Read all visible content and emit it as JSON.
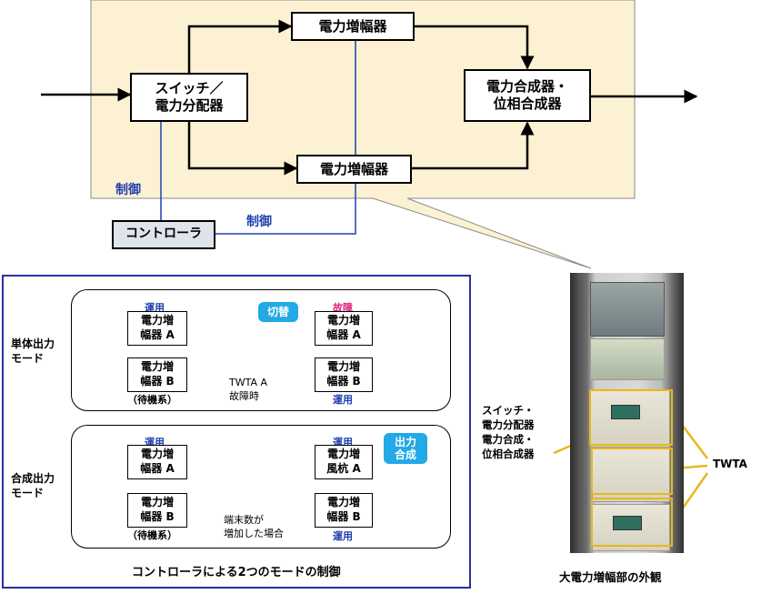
{
  "top": {
    "switch_box": "スイッチ／\n電力分配器",
    "amp_top": "電力増幅器",
    "amp_bottom": "電力増幅器",
    "combiner": "電力合成器・\n位相合成器",
    "controller": "コントローラ",
    "control_label_1": "制御",
    "control_label_2": "制御"
  },
  "modes": {
    "single_label": "単体出力\nモード",
    "combined_label": "合成出力\nモード",
    "amp_a": "電力増\n幅器 A",
    "amp_b": "電力増\n幅器 B",
    "amp_a_alt": "電力増\n風杭 A",
    "standby": "（待機系）",
    "operating": "運用",
    "failure": "故障",
    "switch_bubble": "切替",
    "output_bubble": "出力\n合成",
    "twta_fail": "TWTA A\n故障時",
    "terminal_increase": "端末数が\n増加した場合",
    "caption": "コントローラによる2つのモードの制御"
  },
  "photo": {
    "switch_label": "スイッチ・\n電力分配器\n電力合成・\n位相合成器",
    "twta_label": "TWTA",
    "caption": "大電力増幅部の外観"
  },
  "colors": {
    "callout_fill": "#fcf1d3",
    "frame_blue": "#2a2fa0",
    "control_blue": "#1f3fb0",
    "bubble_blue": "#22a9e6",
    "failure_pink": "#e0207a",
    "highlight_yellow": "#e8b81c",
    "arrow_fill": "#bfe0f7"
  }
}
